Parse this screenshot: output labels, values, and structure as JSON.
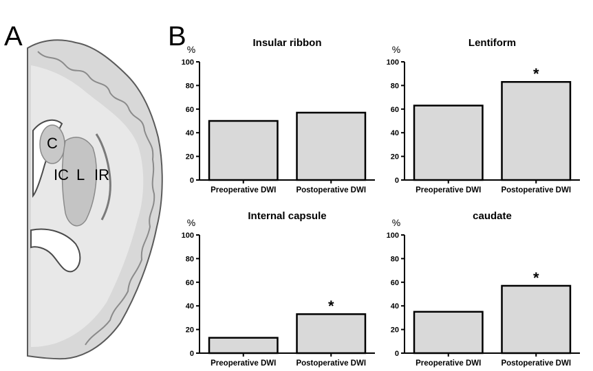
{
  "panels": {
    "a_label": "A",
    "b_label": "B"
  },
  "brain": {
    "labels": {
      "c": "C",
      "ic": "IC",
      "l": "L",
      "ir": "IR"
    },
    "colors": {
      "outline": "#5a5a5a",
      "light": "#dcdcdc",
      "mid": "#c4c4c4",
      "dark": "#8a8a8a"
    }
  },
  "colors": {
    "bar_fill": "#d9d9d9",
    "bar_stroke": "#000000"
  },
  "chart_data": [
    {
      "type": "bar",
      "title": "Insular ribbon",
      "ylabel": "%",
      "categories": [
        "Preoperative DWI",
        "Postoperative DWI"
      ],
      "values": [
        50,
        57
      ],
      "ylim": [
        0,
        100
      ],
      "yticks": [
        0,
        20,
        40,
        60,
        80,
        100
      ],
      "annotations": [
        "",
        ""
      ],
      "grid": false
    },
    {
      "type": "bar",
      "title": "Lentiform",
      "ylabel": "%",
      "categories": [
        "Preoperative DWI",
        "Postoperative DWI"
      ],
      "values": [
        63,
        83
      ],
      "ylim": [
        0,
        100
      ],
      "yticks": [
        0,
        20,
        40,
        60,
        80,
        100
      ],
      "annotations": [
        "",
        "*"
      ],
      "grid": false
    },
    {
      "type": "bar",
      "title": "Internal capsule",
      "ylabel": "%",
      "categories": [
        "Preoperative DWI",
        "Postoperative DWI"
      ],
      "values": [
        13,
        33
      ],
      "ylim": [
        0,
        100
      ],
      "yticks": [
        0,
        20,
        40,
        60,
        80,
        100
      ],
      "annotations": [
        "",
        "*"
      ],
      "grid": false
    },
    {
      "type": "bar",
      "title": "caudate",
      "ylabel": "%",
      "categories": [
        "Preoperative DWI",
        "Postoperative DWI"
      ],
      "values": [
        35,
        57
      ],
      "ylim": [
        0,
        100
      ],
      "yticks": [
        0,
        20,
        40,
        60,
        80,
        100
      ],
      "annotations": [
        "",
        "*"
      ],
      "grid": false
    }
  ]
}
